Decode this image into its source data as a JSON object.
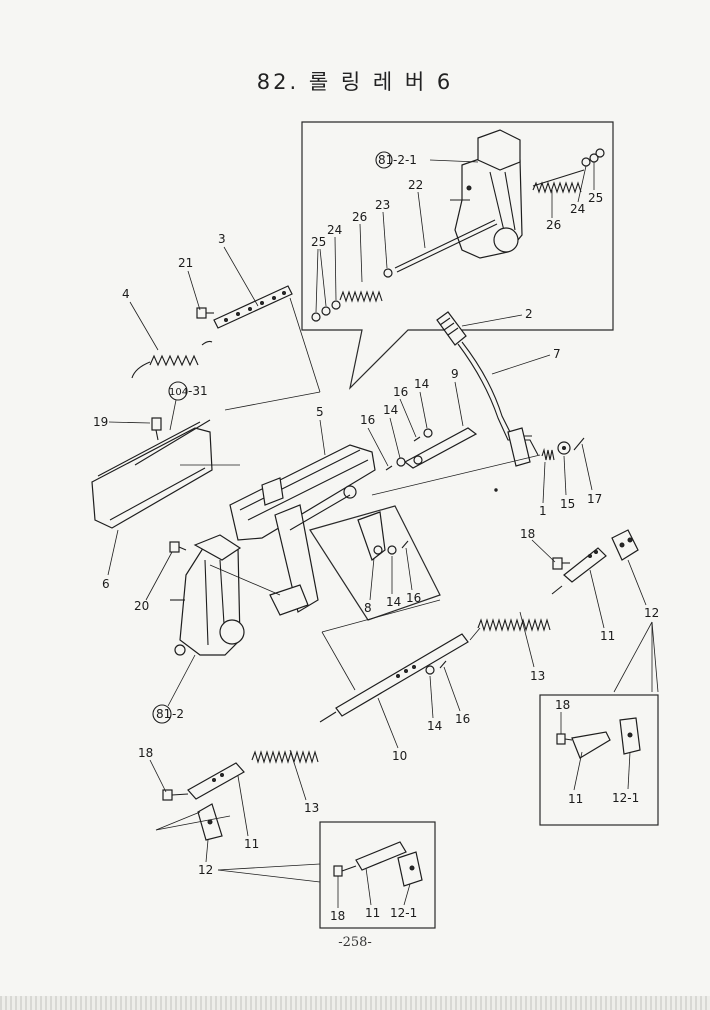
{
  "title": "82. 롤 링 레 버 6",
  "page_number": "-258-",
  "labels": {
    "ref_81_2_1": "81-2-1",
    "ref_81_2_1_circle": "81",
    "ref_81_2_1_suffix": "-2-1",
    "ref_104_31_circle": "104",
    "ref_104_31_suffix": "-31",
    "ref_81_2_circle": "81",
    "ref_81_2_suffix": "-2",
    "n1": "1",
    "n2": "2",
    "n3": "3",
    "n4": "4",
    "n5": "5",
    "n6": "6",
    "n7": "7",
    "n8": "8",
    "n9": "9",
    "n10": "10",
    "n11": "11",
    "n12": "12",
    "n13": "13",
    "n14": "14",
    "n15": "15",
    "n16": "16",
    "n17": "17",
    "n18": "18",
    "n19": "19",
    "n20": "20",
    "n21": "21",
    "n22": "22",
    "n23": "23",
    "n24": "24",
    "n25": "25",
    "n26": "26",
    "n12_1": "12-1"
  }
}
